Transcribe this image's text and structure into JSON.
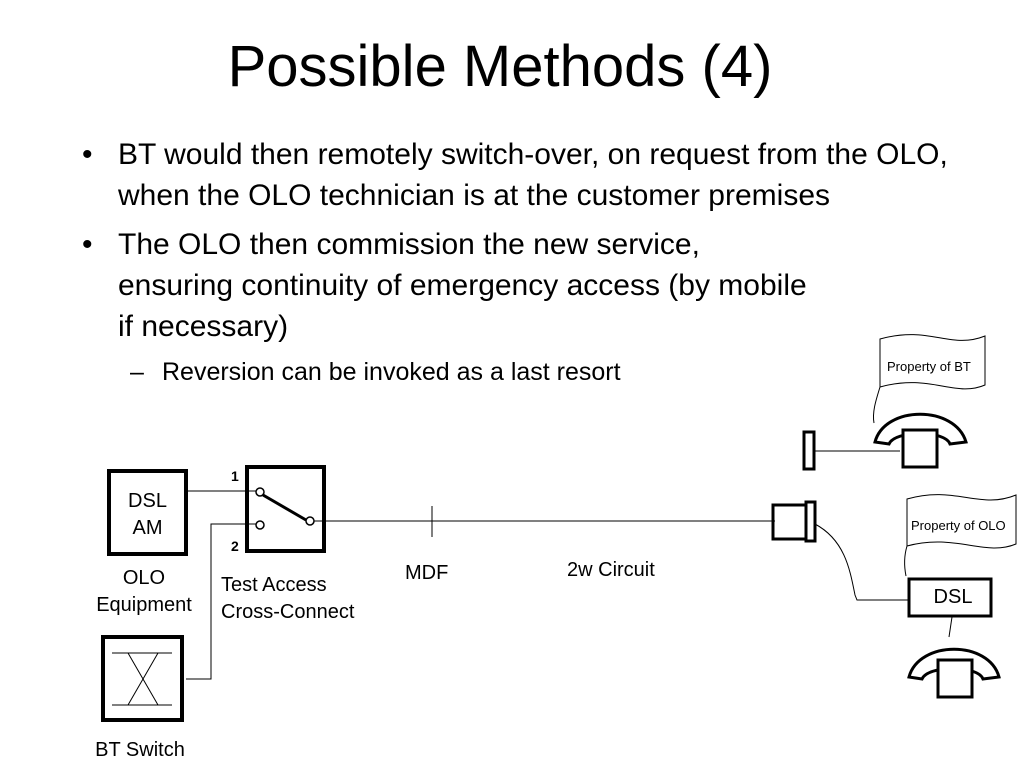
{
  "slide": {
    "title": "Possible Methods (4)",
    "bullets": [
      {
        "marker": "•",
        "text": "BT would then remotely switch-over, on request from the OLO, when the OLO technician is at the customer premises"
      },
      {
        "marker": "•",
        "text": "The OLO then commission the new service, ensuring continuity of emergency access (by mobile if necessary)"
      }
    ],
    "sub_bullet": {
      "marker": "–",
      "text": "Reversion can be invoked as a last resort"
    }
  },
  "diagram": {
    "dslam_label_line1": "DSL",
    "dslam_label_line2": "AM",
    "olo_equipment_line1": "OLO",
    "olo_equipment_line2": "Equipment",
    "port_1": "1",
    "port_2": "2",
    "tacc_line1": "Test Access",
    "tacc_line2": "Cross-Connect",
    "mdf": "MDF",
    "circuit": "2w Circuit",
    "bt_switch": "BT Switch",
    "property_bt": "Property of BT",
    "property_olo": "Property of OLO",
    "dsl_box": "DSL"
  }
}
